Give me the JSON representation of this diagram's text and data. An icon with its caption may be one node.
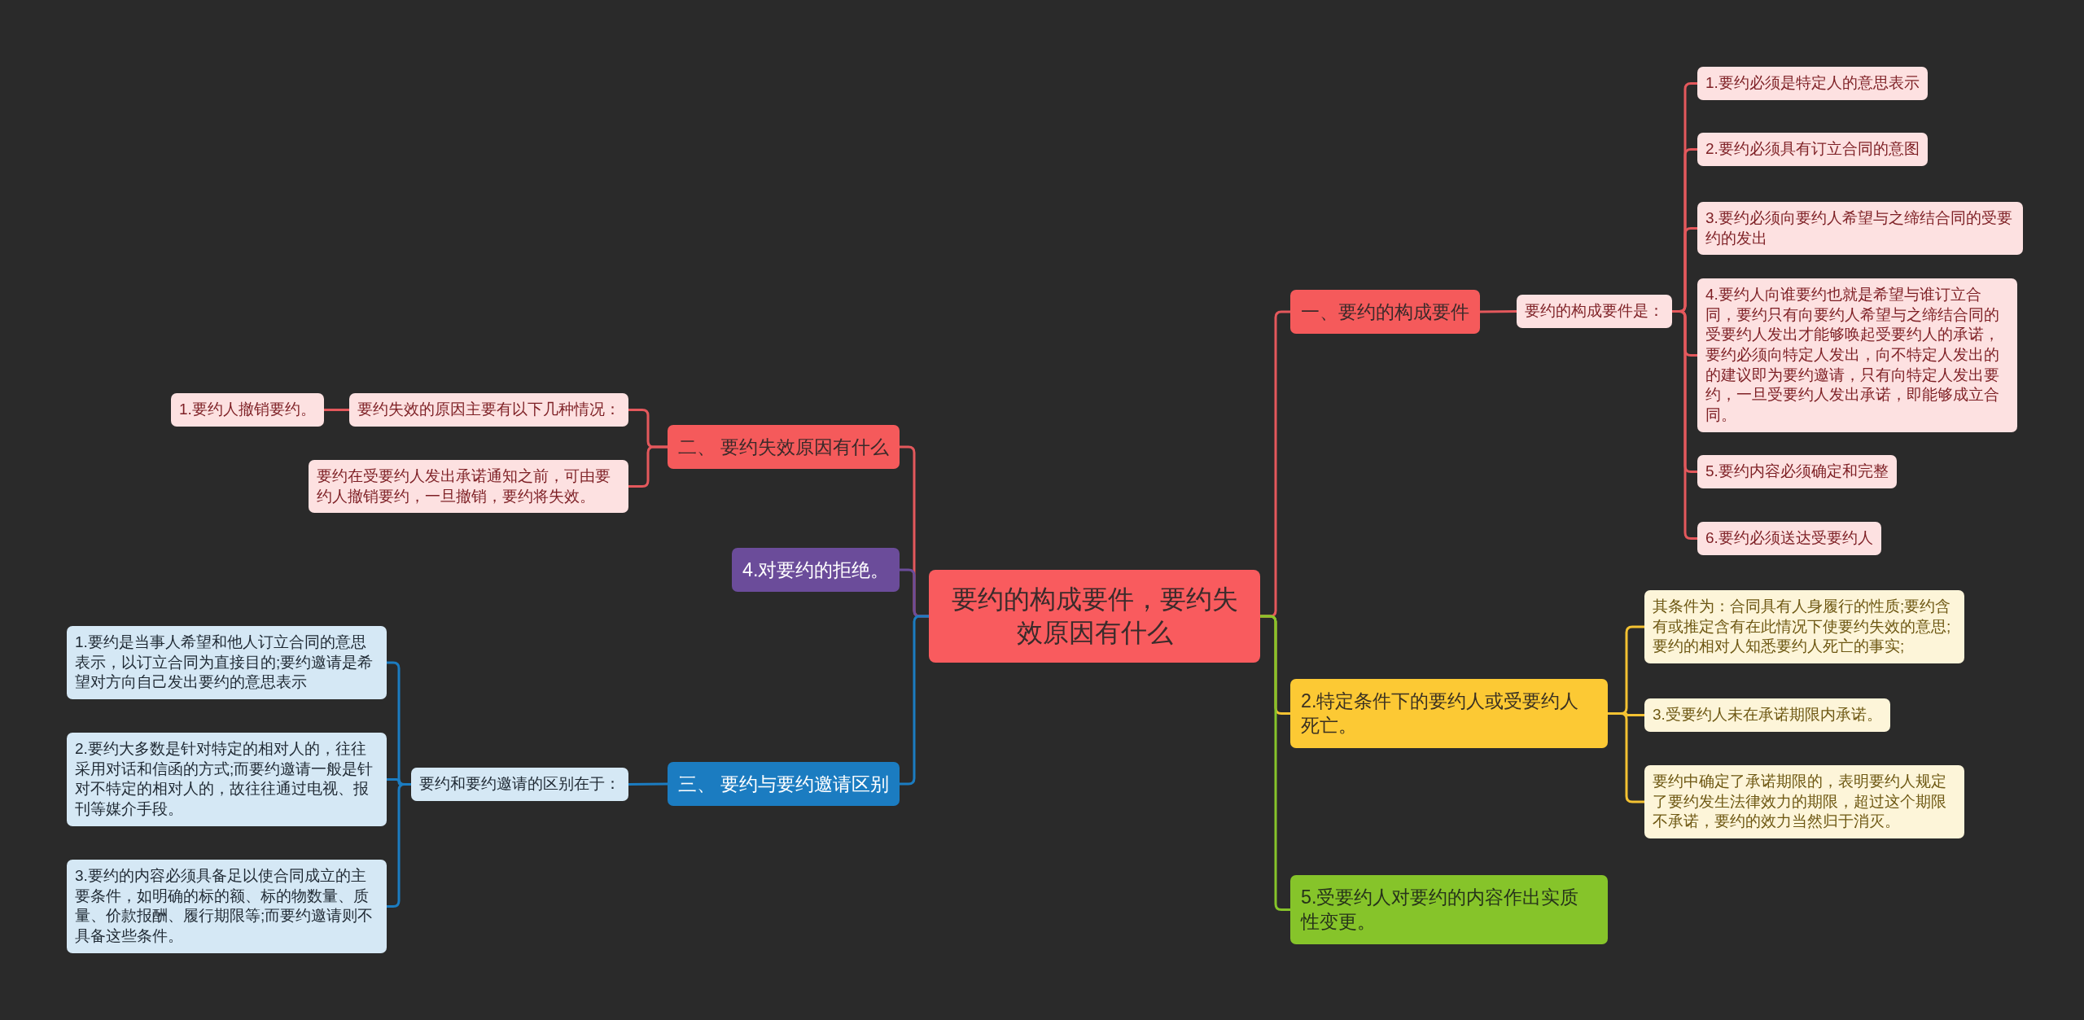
{
  "diagram": {
    "nodes": [
      {
        "text": [
          "要约的构成要件，要约失效原因有什么"
        ]
      },
      {
        "text": [
          "一、要约的构成要件"
        ]
      },
      {
        "text": [
          "要约的构成要件是："
        ]
      },
      {
        "text": [
          "1.要约必须是特定人的意思表示"
        ]
      },
      {
        "text": [
          "2.要约必须具有订立合同的意图"
        ]
      },
      {
        "text": [
          "3.要约必须向要约人希望与之缔结合同的受要约的发出"
        ]
      },
      {
        "text": [
          "4.要约人向谁要约也就是希望与谁订立合同，要约只有向要约人希望与之缔结合同的受要约人发出才能够唤起受要约人的承诺，要约必须向特定人发出，向不特定人发出的的建议即为要约邀请，只有向特定人发出要约，一旦受要约人发出承诺，即能够成立合同。"
        ]
      },
      {
        "text": [
          "5.要约内容必须确定和完整"
        ]
      },
      {
        "text": [
          "6.要约必须送达受要约人"
        ]
      },
      {
        "text": [
          "2.特定条件下的要约人或受要约人死亡。"
        ]
      },
      {
        "text": [
          "其条件为：合同具有人身履行的性质;要约含有或推定含有在此情况下使要约失效的意思;要约的相对人知悉要约人死亡的事实;"
        ]
      },
      {
        "text": [
          "3.受要约人未在承诺期限内承诺。"
        ]
      },
      {
        "text": [
          "要约中确定了承诺期限的，表明要约人规定了要约发生法律效力的期限，超过这个期限不承诺，要约的效力当然归于消灭。"
        ]
      },
      {
        "text": [
          "5.受要约人对要约的内容作出实质性变更。"
        ]
      },
      {
        "text": [
          "二、 要约失效原因有什么"
        ]
      },
      {
        "text": [
          "要约失效的原因主要有以下几种情况："
        ]
      },
      {
        "text": [
          "1.要约人撤销要约。"
        ]
      },
      {
        "text": [
          "要约在受要约人发出承诺通知之前，可由要约人撤销要约，一旦撤销，要约将失效。"
        ]
      },
      {
        "text": [
          "4.对要约的拒绝。"
        ]
      },
      {
        "text": [
          "三、 要约与要约邀请区别"
        ]
      },
      {
        "text": [
          "要约和要约邀请的区别在于："
        ]
      },
      {
        "text": [
          "1.要约是当事人希望和他人订立合同的意思表示，以订立合同为直接目的;要约邀请是希望对方向自己发出要约的意思表示"
        ]
      },
      {
        "text": [
          "2.要约大多数是针对特定的相对人的，往往采用对话和信函的方式;而要约邀请一般是针对不特定的相对人的，故往往通过电视、报刊等媒介手段。"
        ]
      },
      {
        "text": [
          "3.要约的内容必须具备足以使合同成立的主要条件，如明确的标的额、标的物数量、质量、价款报酬、履行期限等;而要约邀请则不具备这些条件。"
        ]
      }
    ],
    "edges": [
      {
        "from": 0,
        "to": 1,
        "arrow": "none"
      },
      {
        "from": 1,
        "to": 2,
        "arrow": "none"
      },
      {
        "from": 2,
        "to": 3,
        "arrow": "none"
      },
      {
        "from": 2,
        "to": 4,
        "arrow": "none"
      },
      {
        "from": 2,
        "to": 5,
        "arrow": "none"
      },
      {
        "from": 2,
        "to": 6,
        "arrow": "none"
      },
      {
        "from": 2,
        "to": 7,
        "arrow": "none"
      },
      {
        "from": 2,
        "to": 8,
        "arrow": "none"
      },
      {
        "from": 0,
        "to": 9,
        "arrow": "none",
        "color": "#f4c232"
      },
      {
        "from": 9,
        "to": 10,
        "arrow": "none",
        "color": "#f4c232"
      },
      {
        "from": 9,
        "to": 11,
        "arrow": "none",
        "color": "#f4c232"
      },
      {
        "from": 9,
        "to": 12,
        "arrow": "none",
        "color": "#f4c232"
      },
      {
        "from": 0,
        "to": 13,
        "arrow": "none",
        "color": "#86c42a"
      },
      {
        "from": 0,
        "to": 14,
        "arrow": "none"
      },
      {
        "from": 14,
        "to": 15,
        "arrow": "none"
      },
      {
        "from": 15,
        "to": 16,
        "arrow": "none"
      },
      {
        "from": 14,
        "to": 17,
        "arrow": "none"
      },
      {
        "from": 0,
        "to": 18,
        "arrow": "none",
        "color": "#6b4c9a"
      },
      {
        "from": 0,
        "to": 19,
        "arrow": "none",
        "color": "#1b7cc1"
      },
      {
        "from": 19,
        "to": 20,
        "arrow": "none",
        "color": "#1b7cc1"
      },
      {
        "from": 20,
        "to": 21,
        "arrow": "none",
        "color": "#1b7cc1"
      },
      {
        "from": 20,
        "to": 22,
        "arrow": "none",
        "color": "#1b7cc1"
      },
      {
        "from": 20,
        "to": 23,
        "arrow": "none",
        "color": "#1b7cc1"
      }
    ]
  }
}
